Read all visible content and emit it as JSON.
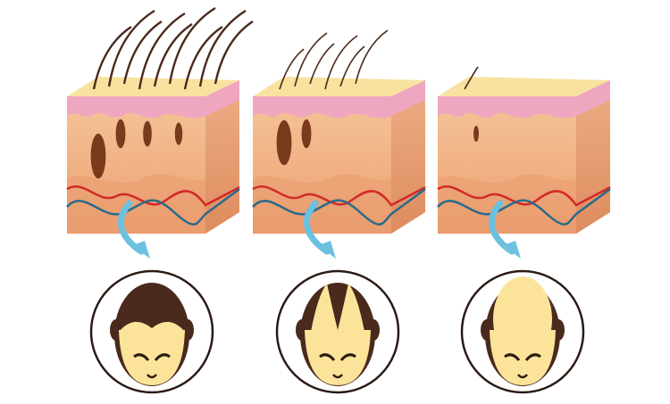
{
  "illustration": {
    "stages": [
      {
        "stage": 1,
        "hair_density": "full",
        "follicles": 4
      },
      {
        "stage": 2,
        "hair_density": "thinning",
        "follicles": 2
      },
      {
        "stage": 3,
        "hair_density": "bald",
        "follicles": 1
      }
    ],
    "colors": {
      "skin_top": "#f7e2a0",
      "epidermis": "#efa6c0",
      "dermis": "#f2b98c",
      "dermis_dark": "#e89a6c",
      "side": "#eaa27a",
      "hair": "#4a2a1c",
      "follicle": "#7a3a1c",
      "artery": "#d22a2a",
      "vein": "#2a6a8a",
      "arrow": "#6cc0e0",
      "face": "#fbe49a",
      "circle_stroke": "#2b1b14"
    }
  }
}
